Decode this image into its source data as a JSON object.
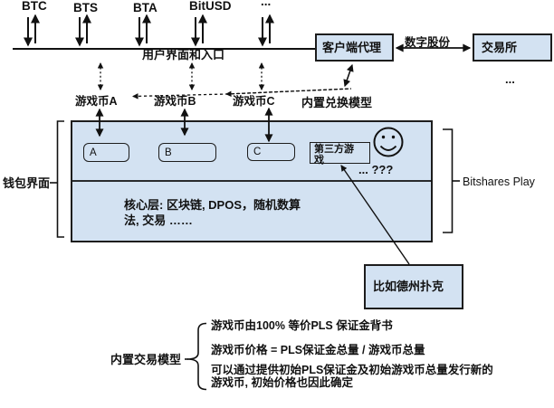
{
  "top_bar": {
    "assets": [
      "BTC",
      "BTS",
      "BTA",
      "BitUSD",
      "..."
    ],
    "entry_label": "用户界面和入口"
  },
  "client": {
    "agent_label": "客户端代理",
    "digital_shares_label": "数字股份",
    "exchange_label": "交易所",
    "exchange_more": "..."
  },
  "game_coins": {
    "coin_a": "游戏币A",
    "coin_b": "游戏币B",
    "coin_c": "游戏币C",
    "builtin_exchange_label": "内置兑换模型"
  },
  "platform": {
    "wallet_label": "钱包界面",
    "brand_label": "Bitshares Play",
    "slot_a": "A",
    "slot_b": "B",
    "slot_c": "C",
    "third_party": "第三方游戏",
    "more_games": "... ???",
    "core_layer": "核心层: 区块链, DPOS，随机数算\n法, 交易 ……",
    "example_label": "比如德州扑克"
  },
  "trade_model": {
    "label": "内置交易模型",
    "items": [
      "游戏币由100% 等价PLS 保证金背书",
      "游戏币价格 = PLS保证金总量 / 游戏币总量",
      "可以通过提供初始PLS保证金及初始游戏币总量发行新的\n游戏币, 初始价格也因此确定"
    ]
  },
  "colors": {
    "box_fill": "#d3e2f2",
    "line": "#111111"
  }
}
